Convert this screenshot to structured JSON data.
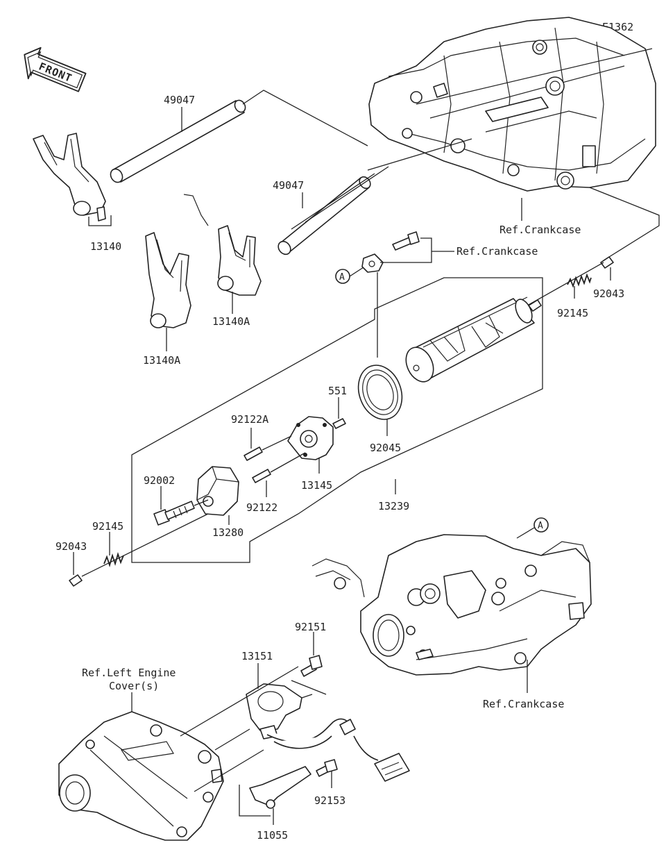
{
  "diagram_code": "E1362",
  "front_label": "FRONT",
  "callout_letter": "A",
  "labels": {
    "p49047_top": "49047",
    "p49047_mid": "49047",
    "p13140": "13140",
    "p13140A_left": "13140A",
    "p13140A_right": "13140A",
    "ref_crankcase_top": "Ref.Crankcase",
    "ref_crankcase_mid": "Ref.Crankcase",
    "ref_crankcase_bottom": "Ref.Crankcase",
    "p92043_right": "92043",
    "p92145_right": "92145",
    "p551": "551",
    "p92122A": "92122A",
    "p92045": "92045",
    "p13145": "13145",
    "p92002": "92002",
    "p92122": "92122",
    "p13239": "13239",
    "p92145_left": "92145",
    "p92043_left": "92043",
    "p13280": "13280",
    "p92151": "92151",
    "p13151": "13151",
    "ref_left_engine_cover_1": "Ref.Left Engine",
    "ref_left_engine_cover_2": "Cover(s)",
    "p92153": "92153",
    "p11055": "11055"
  }
}
